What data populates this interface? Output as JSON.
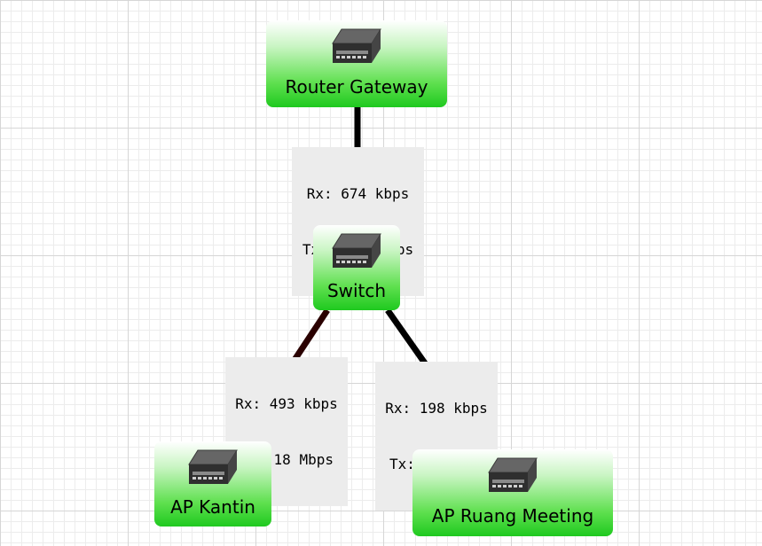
{
  "nodes": {
    "router": {
      "label": "Router Gateway",
      "icon": "router-device-icon"
    },
    "switch": {
      "label": "Switch",
      "icon": "switch-device-icon"
    },
    "ap_kantin": {
      "label": "AP Kantin",
      "icon": "access-point-device-icon"
    },
    "ap_meeting": {
      "label": "AP Ruang Meeting",
      "icon": "access-point-device-icon"
    }
  },
  "links": {
    "router_switch": {
      "rx": "Rx: 674 kbps",
      "tx": "Tx: 20.3 Mbps"
    },
    "switch_kantin": {
      "rx": "Rx: 493 kbps",
      "tx": "Tx: 18 Mbps"
    },
    "switch_meeting": {
      "rx": "Rx: 198 kbps",
      "tx": "Tx: 10 Mbps"
    }
  },
  "colors": {
    "node_green": "#1fc91f",
    "link_color": "#000000",
    "link_dark_red": "#2a0000",
    "label_bg": "#ececec"
  }
}
